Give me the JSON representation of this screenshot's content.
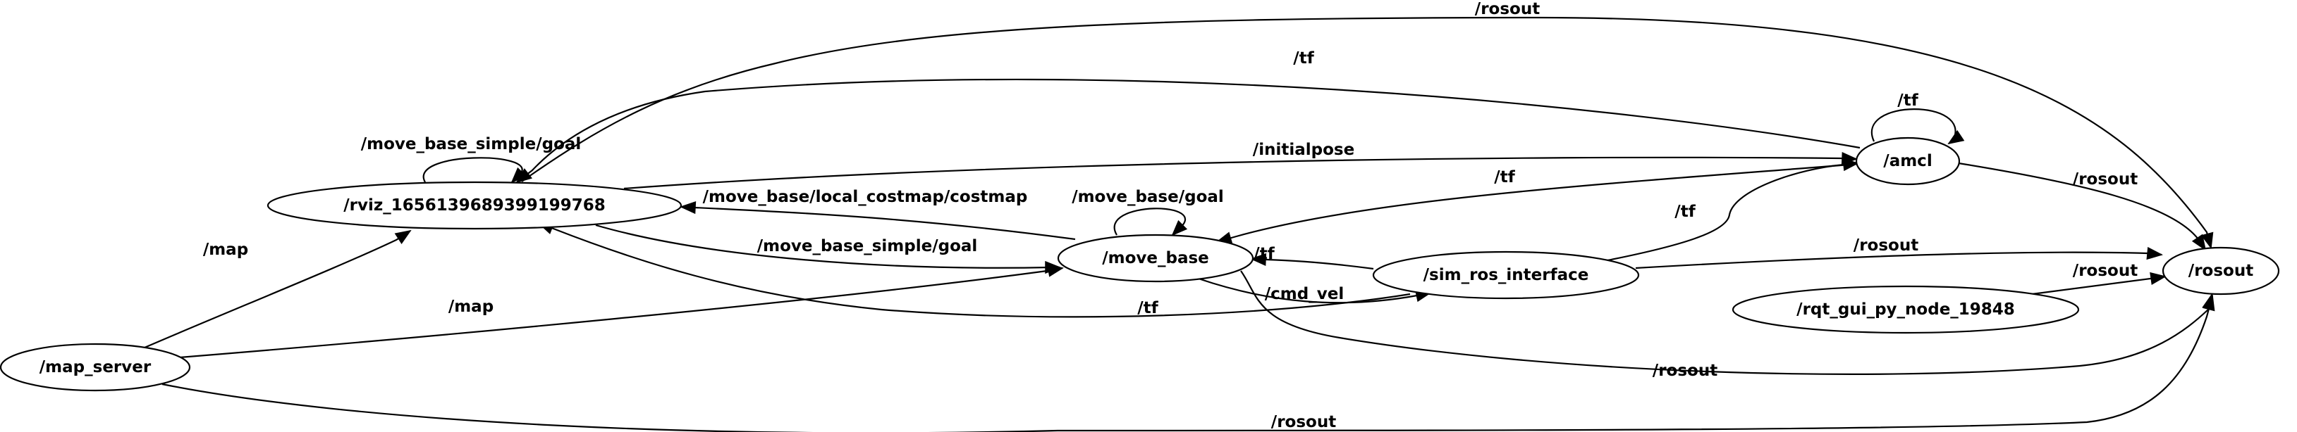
{
  "graph": {
    "nodes": [
      {
        "id": "rviz",
        "label": "/rviz_1656139689399199768"
      },
      {
        "id": "move_base",
        "label": "/move_base"
      },
      {
        "id": "amcl",
        "label": "/amcl"
      },
      {
        "id": "sim_ros_interface",
        "label": "/sim_ros_interface"
      },
      {
        "id": "map_server",
        "label": "/map_server"
      },
      {
        "id": "rosout",
        "label": "/rosout"
      },
      {
        "id": "rqt_gui",
        "label": "/rqt_gui_py_node_19848"
      }
    ],
    "edges": [
      {
        "id": "rviz-rviz",
        "from": "rviz",
        "to": "rviz",
        "label": "/move_base_simple/goal"
      },
      {
        "id": "rviz-move_base",
        "from": "rviz",
        "to": "move_base",
        "label": "/move_base_simple/goal"
      },
      {
        "id": "rviz-amcl",
        "from": "rviz",
        "to": "amcl",
        "label": "/initialpose"
      },
      {
        "id": "rviz-rosout",
        "from": "rviz",
        "to": "rosout",
        "label": "/rosout"
      },
      {
        "id": "move_base-rviz",
        "from": "move_base",
        "to": "rviz",
        "label": "/move_base/local_costmap/costmap"
      },
      {
        "id": "move_base-move_base",
        "from": "move_base",
        "to": "move_base",
        "label": "/move_base/goal"
      },
      {
        "id": "move_base-sim",
        "from": "move_base",
        "to": "sim_ros_interface",
        "label": "/cmd_vel"
      },
      {
        "id": "move_base-rosout",
        "from": "move_base",
        "to": "rosout",
        "label": "/rosout"
      },
      {
        "id": "amcl-amcl",
        "from": "amcl",
        "to": "amcl",
        "label": "/tf"
      },
      {
        "id": "amcl-rviz",
        "from": "amcl",
        "to": "rviz",
        "label": "/tf"
      },
      {
        "id": "amcl-move_base",
        "from": "amcl",
        "to": "move_base",
        "label": "/tf"
      },
      {
        "id": "amcl-rosout",
        "from": "amcl",
        "to": "rosout",
        "label": "/rosout"
      },
      {
        "id": "sim-move_base",
        "from": "sim_ros_interface",
        "to": "move_base",
        "label": "/tf"
      },
      {
        "id": "sim-rviz",
        "from": "sim_ros_interface",
        "to": "rviz",
        "label": "/tf"
      },
      {
        "id": "sim-amcl",
        "from": "sim_ros_interface",
        "to": "amcl",
        "label": "/tf"
      },
      {
        "id": "sim-rosout",
        "from": "sim_ros_interface",
        "to": "rosout",
        "label": "/rosout"
      },
      {
        "id": "map_server-rviz",
        "from": "map_server",
        "to": "rviz",
        "label": "/map"
      },
      {
        "id": "map_server-move_base",
        "from": "map_server",
        "to": "move_base",
        "label": "/map"
      },
      {
        "id": "map_server-rosout",
        "from": "map_server",
        "to": "rosout",
        "label": "/rosout"
      },
      {
        "id": "rqt-rosout",
        "from": "rqt_gui",
        "to": "rosout",
        "label": "/rosout"
      }
    ]
  }
}
